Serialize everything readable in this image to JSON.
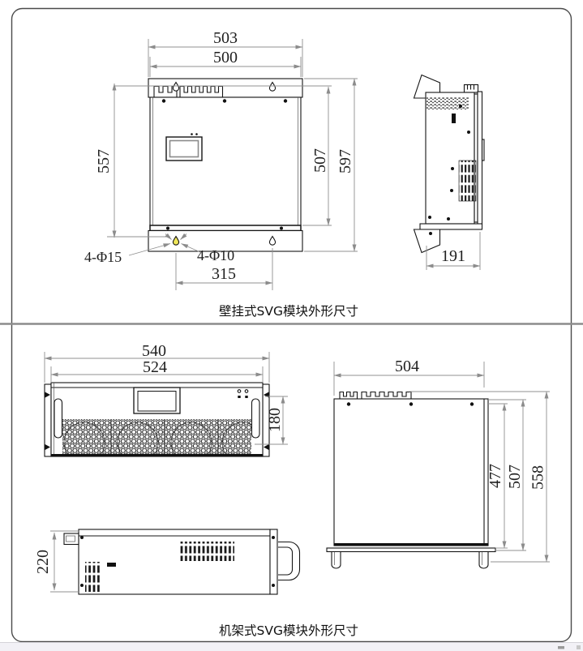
{
  "wall": {
    "caption": "壁挂式SVG模块外形尺寸",
    "front": {
      "width_outer": "503",
      "width_inner": "500",
      "height_hole_span": "557",
      "height_body": "507",
      "height_total": "597",
      "hole_large": "4-Φ15",
      "hole_small": "4-Φ10",
      "hole_spacing": "315"
    },
    "side": {
      "depth": "191"
    }
  },
  "rack": {
    "caption": "机架式SVG模块外形尺寸",
    "front": {
      "width_outer": "540",
      "width_inner": "524",
      "height": "180"
    },
    "side": {
      "height": "220"
    },
    "top": {
      "width": "504",
      "depth_inner": "477",
      "depth_mid": "507",
      "depth_total": "558"
    }
  },
  "colors": {
    "part_line": "#151515",
    "dimension_line": "#909090",
    "keyhole_highlight": "#efe65a",
    "scrollbar_track": "#f2f1f6"
  }
}
